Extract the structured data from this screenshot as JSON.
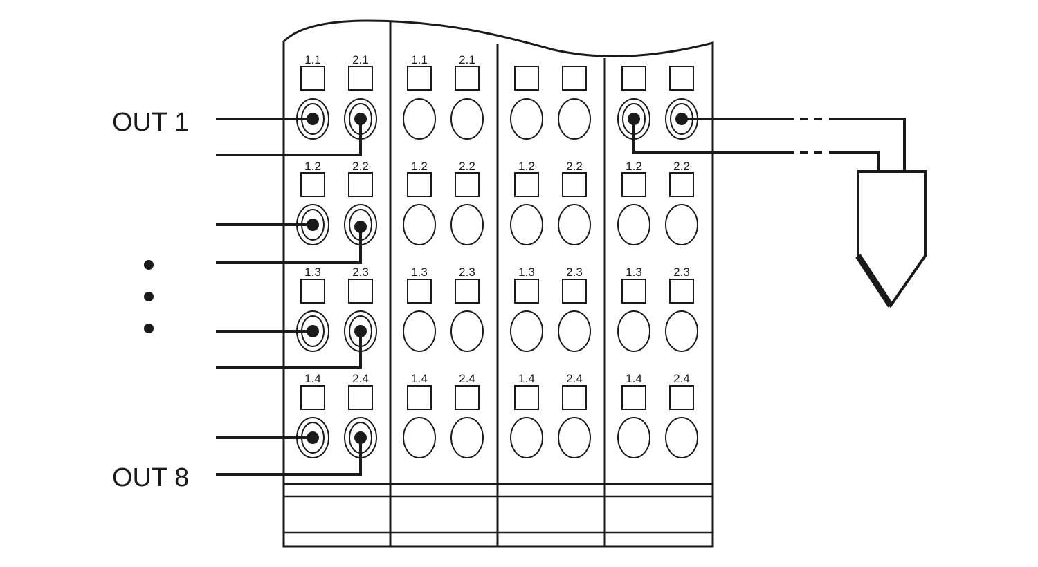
{
  "labels": {
    "out_first": "OUT 1",
    "out_last": "OUT 8"
  },
  "modules": [
    {
      "rows": [
        {
          "left": "1.1",
          "right": "2.1"
        },
        {
          "left": "1.2",
          "right": "2.2"
        },
        {
          "left": "1.3",
          "right": "2.3"
        },
        {
          "left": "1.4",
          "right": "2.4"
        }
      ]
    },
    {
      "rows": [
        {
          "left": "1.1",
          "right": "2.1"
        },
        {
          "left": "1.2",
          "right": "2.2"
        },
        {
          "left": "1.3",
          "right": "2.3"
        },
        {
          "left": "1.4",
          "right": "2.4"
        }
      ]
    },
    {
      "rows": [
        {
          "left": "",
          "right": ""
        },
        {
          "left": "1.2",
          "right": "2.2"
        },
        {
          "left": "1.3",
          "right": "2.3"
        },
        {
          "left": "1.4",
          "right": "2.4"
        }
      ]
    },
    {
      "rows": [
        {
          "left": "",
          "right": ""
        },
        {
          "left": "1.2",
          "right": "2.2"
        },
        {
          "left": "1.3",
          "right": "2.3"
        },
        {
          "left": "1.4",
          "right": "2.4"
        }
      ]
    }
  ],
  "colors": {
    "ink": "#1a1a1a",
    "background": "#ffffff"
  }
}
